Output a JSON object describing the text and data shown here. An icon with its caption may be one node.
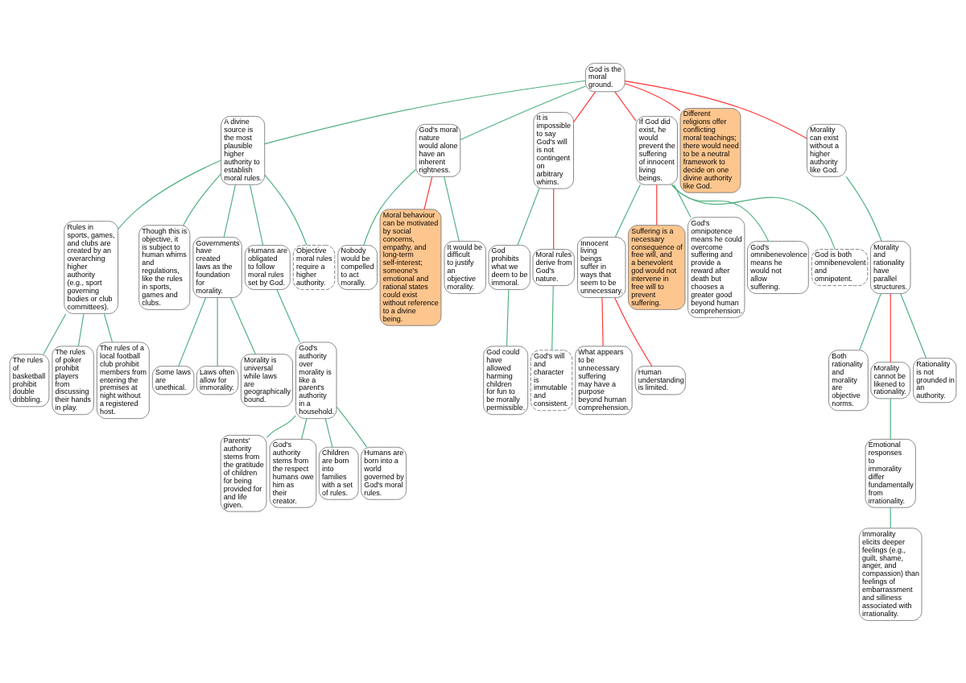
{
  "diagram": {
    "nodes": [
      {
        "text": [
          "God is the moral ground."
        ]
      },
      {
        "text": [
          "A divine source is the most plausible higher authority to establish moral rules."
        ]
      },
      {
        "text": [
          "God's moral nature would alone have an inherent rightness."
        ]
      },
      {
        "text": [
          "It is impossible to say God's will is not contingent on arbitrary whims."
        ]
      },
      {
        "text": [
          "If God did exist, he would prevent the suffering of innocent living beings."
        ]
      },
      {
        "text": [
          "Different religions offer conflicting moral teachings; there would need to be a neutral framework to decide on one divine authority like God."
        ]
      },
      {
        "text": [
          "Morality can exist without a higher authority like God."
        ]
      },
      {
        "text": [
          "Rules in sports, games, and clubs are created by an overarching higher authority (e.g., sport governing bodies or club committees)."
        ]
      },
      {
        "text": [
          "Though this is objective, it is subject to human whims and regulations, like the rules in sports, games and clubs."
        ]
      },
      {
        "text": [
          "Governments have created laws as the foundation for morality."
        ]
      },
      {
        "text": [
          "Humans are obligated to follow moral rules set by God."
        ]
      },
      {
        "text": [
          "Objective moral rules require a higher authority."
        ]
      },
      {
        "text": [
          "Nobody would be compelled to act morally."
        ]
      },
      {
        "text": [
          "Moral behaviour can be motivated by social concerns, empathy, and long-term self-interest; someone's emotional and rational states could exist without reference to a divine being."
        ]
      },
      {
        "text": [
          "It would be difficult to justify an objective morality."
        ]
      },
      {
        "text": [
          "God prohibits what we deem to be immoral."
        ]
      },
      {
        "text": [
          "Moral rules derive from God's nature."
        ]
      },
      {
        "text": [
          "Innocent living beings suffer in ways that seem to be unnecessary."
        ]
      },
      {
        "text": [
          "Suffering is a necessary consequence of free will, and a benevolent god would not intervene in free will to prevent suffering."
        ]
      },
      {
        "text": [
          "God's omnipotence means he could overcome suffering and provide a reward after death but chooses a greater good beyond human comprehension."
        ]
      },
      {
        "text": [
          "God's omnibenevolence means he would not allow suffering."
        ]
      },
      {
        "text": [
          "God is both omnibenevolent and omnipotent."
        ]
      },
      {
        "text": [
          "Morality and rationality have parallel structures."
        ]
      },
      {
        "text": [
          "The rules of basketball prohibit double dribbling."
        ]
      },
      {
        "text": [
          "The rules of poker prohibit players from discussing their hands in play."
        ]
      },
      {
        "text": [
          "The rules of a local football club prohibit members from entering the premises at night without a registered host."
        ]
      },
      {
        "text": [
          "Some laws are unethical."
        ]
      },
      {
        "text": [
          "Laws often allow for immorality."
        ]
      },
      {
        "text": [
          "Morality is universal while laws are geographically bound."
        ]
      },
      {
        "text": [
          "God's authority over morality is like a parent's authority in a household."
        ]
      },
      {
        "text": [
          "God could have allowed harming children for fun to be morally permissible."
        ]
      },
      {
        "text": [
          "God's will and character is immutable and consistent."
        ]
      },
      {
        "text": [
          "What appears to be unnecessary suffering may have a purpose beyond human comprehension."
        ]
      },
      {
        "text": [
          "Human understanding is limited."
        ]
      },
      {
        "text": [
          "Both rationality and morality are objective norms."
        ]
      },
      {
        "text": [
          "Morality cannot be likened to rationality."
        ]
      },
      {
        "text": [
          "Rationality is not grounded in an authority."
        ]
      },
      {
        "text": [
          "Parents' authority stems from the gratitude of children for being provided for and life given."
        ]
      },
      {
        "text": [
          "God's authority stems from the respect humans owe him as their creator."
        ]
      },
      {
        "text": [
          "Children are born into families with a set of rules."
        ]
      },
      {
        "text": [
          "Humans are born into a world governed by God's moral rules."
        ]
      },
      {
        "text": [
          "Emotional responses to immorality differ fundamentally from irrationality."
        ]
      },
      {
        "text": [
          "Immorality elicits deeper feelings (e.g., guilt, shame, anger, and compassion) than feelings of embarrassment and silliness associated with irrationality."
        ]
      }
    ],
    "edges": [
      {
        "from": 0,
        "to": 1,
        "arrow": "none"
      },
      {
        "from": 0,
        "to": 2,
        "arrow": "none"
      },
      {
        "from": 0,
        "to": 3,
        "arrow": "none",
        "color": "#ff3333"
      },
      {
        "from": 0,
        "to": 4,
        "arrow": "none",
        "color": "#ff3333"
      },
      {
        "from": 0,
        "to": 5,
        "arrow": "none",
        "color": "#ff3333"
      },
      {
        "from": 0,
        "to": 6,
        "arrow": "none",
        "color": "#ff3333"
      },
      {
        "from": 1,
        "to": 7,
        "arrow": "none"
      },
      {
        "from": 1,
        "to": 8,
        "arrow": "none"
      },
      {
        "from": 1,
        "to": 9,
        "arrow": "none"
      },
      {
        "from": 1,
        "to": 10,
        "arrow": "none"
      },
      {
        "from": 1,
        "to": 11,
        "arrow": "none"
      },
      {
        "from": 2,
        "to": 12,
        "arrow": "none"
      },
      {
        "from": 2,
        "to": 13,
        "arrow": "none",
        "color": "#ff3333"
      },
      {
        "from": 2,
        "to": 14,
        "arrow": "none"
      },
      {
        "from": 3,
        "to": 15,
        "arrow": "none"
      },
      {
        "from": 3,
        "to": 16,
        "arrow": "none",
        "color": "#ff3333"
      },
      {
        "from": 4,
        "to": 17,
        "arrow": "none"
      },
      {
        "from": 4,
        "to": 18,
        "arrow": "none",
        "color": "#ff3333"
      },
      {
        "from": 4,
        "to": 19,
        "arrow": "none"
      },
      {
        "from": 4,
        "to": 20,
        "arrow": "none"
      },
      {
        "from": 4,
        "to": 21,
        "arrow": "none"
      },
      {
        "from": 6,
        "to": 22,
        "arrow": "none"
      },
      {
        "from": 7,
        "to": 23,
        "arrow": "none"
      },
      {
        "from": 7,
        "to": 24,
        "arrow": "none"
      },
      {
        "from": 7,
        "to": 25,
        "arrow": "none"
      },
      {
        "from": 9,
        "to": 26,
        "arrow": "none"
      },
      {
        "from": 9,
        "to": 27,
        "arrow": "none"
      },
      {
        "from": 9,
        "to": 28,
        "arrow": "none"
      },
      {
        "from": 10,
        "to": 29,
        "arrow": "none"
      },
      {
        "from": 15,
        "to": 30,
        "arrow": "none"
      },
      {
        "from": 16,
        "to": 31,
        "arrow": "none"
      },
      {
        "from": 17,
        "to": 32,
        "arrow": "none",
        "color": "#ff3333"
      },
      {
        "from": 17,
        "to": 33,
        "arrow": "none",
        "color": "#ff3333"
      },
      {
        "from": 22,
        "to": 34,
        "arrow": "none"
      },
      {
        "from": 22,
        "to": 35,
        "arrow": "none",
        "color": "#ff3333"
      },
      {
        "from": 22,
        "to": 36,
        "arrow": "none"
      },
      {
        "from": 29,
        "to": 37,
        "arrow": "none"
      },
      {
        "from": 29,
        "to": 38,
        "arrow": "none"
      },
      {
        "from": 29,
        "to": 39,
        "arrow": "none"
      },
      {
        "from": 29,
        "to": 40,
        "arrow": "none"
      },
      {
        "from": 35,
        "to": 41,
        "arrow": "none"
      },
      {
        "from": 41,
        "to": 42,
        "arrow": "none"
      }
    ]
  }
}
